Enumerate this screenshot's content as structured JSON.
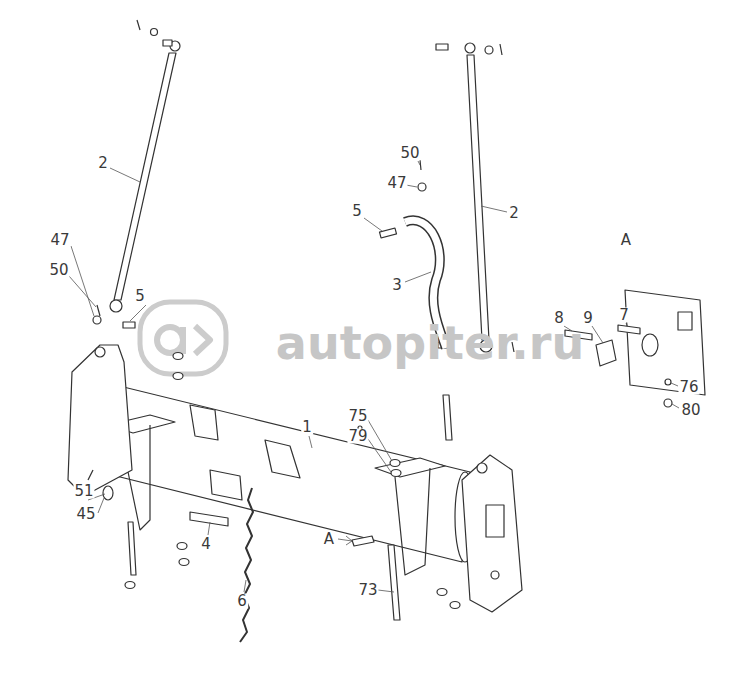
{
  "diagram": {
    "labels": [
      "2",
      "2",
      "50",
      "47",
      "5",
      "3",
      "A",
      "47",
      "50",
      "5",
      "8",
      "9",
      "7",
      "76",
      "80",
      "1",
      "75",
      "79",
      "51",
      "45",
      "4",
      "A",
      "6",
      "73",
      "autopiter.ru"
    ]
  }
}
